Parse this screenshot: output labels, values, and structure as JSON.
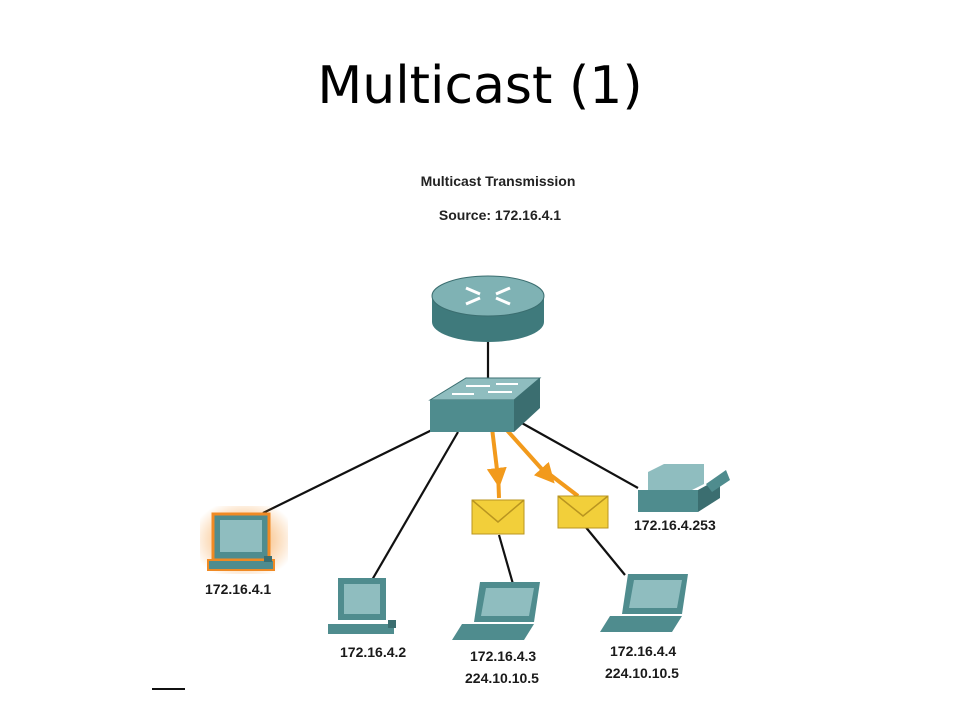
{
  "slide": {
    "title": "Multicast (1)"
  },
  "diagram": {
    "heading": "Multicast Transmission",
    "source_label": "Source: 172.16.4.1",
    "hosts": [
      {
        "ip": "172.16.4.1",
        "group": ""
      },
      {
        "ip": "172.16.4.2",
        "group": ""
      },
      {
        "ip": "172.16.4.3",
        "group": "224.10.10.5"
      },
      {
        "ip": "172.16.4.4",
        "group": "224.10.10.5"
      },
      {
        "ip": "172.16.4.253",
        "group": ""
      }
    ],
    "colors": {
      "device_teal": "#4f8c8e",
      "device_light": "#8fbdbf",
      "source_highlight": "#f08a24",
      "multicast_arrow": "#f29a1c",
      "envelope": "#f2cf3a"
    }
  }
}
